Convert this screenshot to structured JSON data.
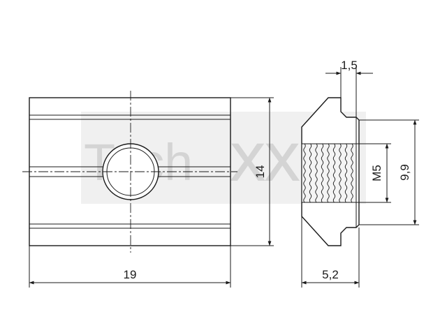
{
  "watermark": {
    "text_a": "Tech",
    "text_b": "XXL",
    "color": "#d4d4d4"
  },
  "dimensions": {
    "length": "19",
    "height": "14",
    "flange": "1,5",
    "width": "5,2",
    "thread": "M5",
    "outer_height": "9,9"
  },
  "colors": {
    "line": "#1a1a1a",
    "thread_fill": "#f4f4f4"
  }
}
